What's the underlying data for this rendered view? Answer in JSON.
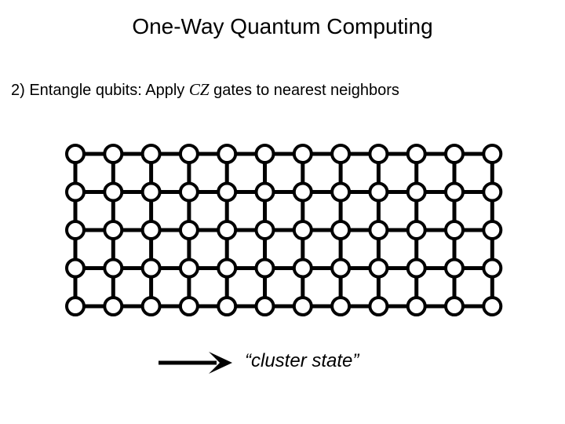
{
  "slide": {
    "title": "One-Way Quantum Computing",
    "step_prefix": "2) Entangle qubits: Apply ",
    "gate": "CZ",
    "step_suffix": " gates to nearest neighbors"
  },
  "lattice": {
    "rows": 5,
    "cols": 12
  },
  "caption": "“cluster state”",
  "colors": {
    "stroke": "#000000",
    "node_fill": "#ffffff"
  }
}
